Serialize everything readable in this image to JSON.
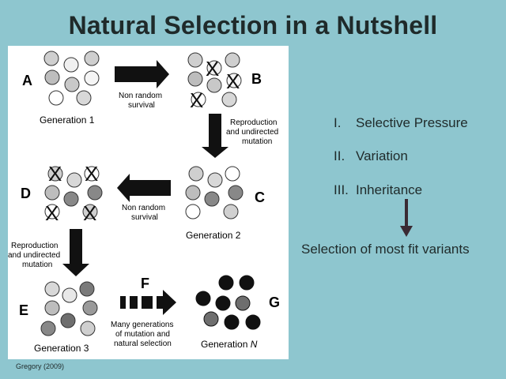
{
  "title": "Natural Selection in a Nutshell",
  "diagram": {
    "labels": {
      "A": "A",
      "B": "B",
      "C": "C",
      "D": "D",
      "E": "E",
      "F": "F",
      "G": "G"
    },
    "generations": {
      "gen1": "Generation 1",
      "gen2": "Generation 2",
      "gen3": "Generation 3",
      "genN_prefix": "Generation ",
      "genN_var": "N"
    },
    "captions": {
      "survival_1_line1": "Non random",
      "survival_1_line2": "survival",
      "repro_1_line1": "Reproduction",
      "repro_1_line2": "and undirected",
      "repro_1_line3": "mutation",
      "survival_2_line1": "Non random",
      "survival_2_line2": "survival",
      "repro_2_line1": "Reproduction",
      "repro_2_line2": "and undirected",
      "repro_2_line3": "mutation",
      "many_line1": "Many generations",
      "many_line2": "of mutation and",
      "many_line3": "natural selection"
    },
    "cross_mark": "X",
    "colors": {
      "light": "#ffffff",
      "pale": "#e0e0e0",
      "mid": "#bdbdbd",
      "dark": "#7a7a7a",
      "black": "#111111"
    }
  },
  "principles": [
    {
      "num": "I.",
      "text": "Selective Pressure"
    },
    {
      "num": "II.",
      "text": "Variation"
    },
    {
      "num": "III.",
      "text": "Inheritance"
    }
  ],
  "result": "Selection of most fit variants",
  "citation": "Gregory (2009)"
}
